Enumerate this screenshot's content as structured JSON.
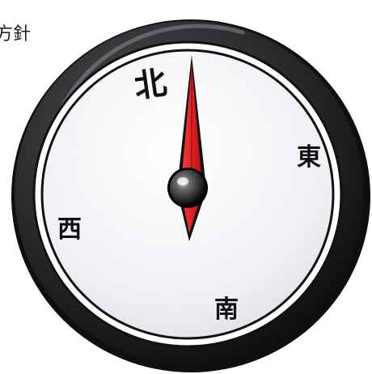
{
  "caption": "方針",
  "compass": {
    "north": "北",
    "east": "東",
    "south": "南",
    "west": "西"
  },
  "colors": {
    "bezel": "#2a2a2c",
    "face": "#f2f2f4",
    "needle_north": "#e0141b",
    "needle_south": "#e0141b",
    "pivot": "#1a1a1a"
  },
  "icons": [
    "compass-icon",
    "needle-icon",
    "pivot-icon"
  ]
}
